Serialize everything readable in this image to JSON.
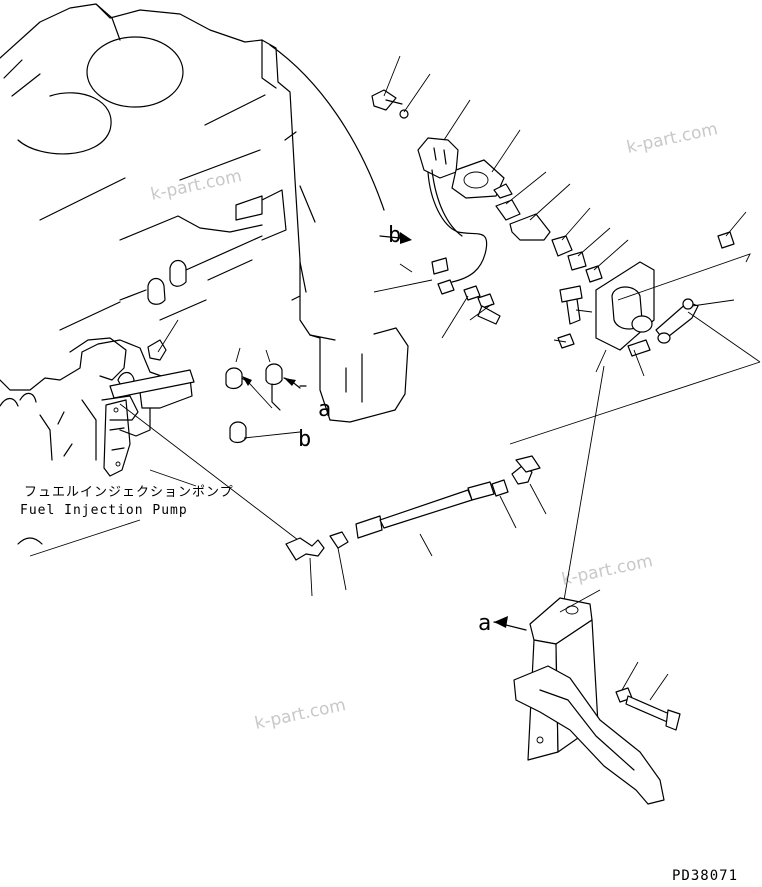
{
  "labels": {
    "fuel_pump_jp": "フュエルインジェクションポンプ",
    "fuel_pump_en": "Fuel Injection Pump",
    "ref_a_top": "a",
    "ref_a_bottom": "a",
    "ref_b_top": "b",
    "ref_b_mid": "b",
    "drawing_code": "PD38071"
  },
  "watermark": "k-part.com",
  "colors": {
    "line": "#000000",
    "watermark": "#c8c8c8",
    "background": "#ffffff"
  }
}
